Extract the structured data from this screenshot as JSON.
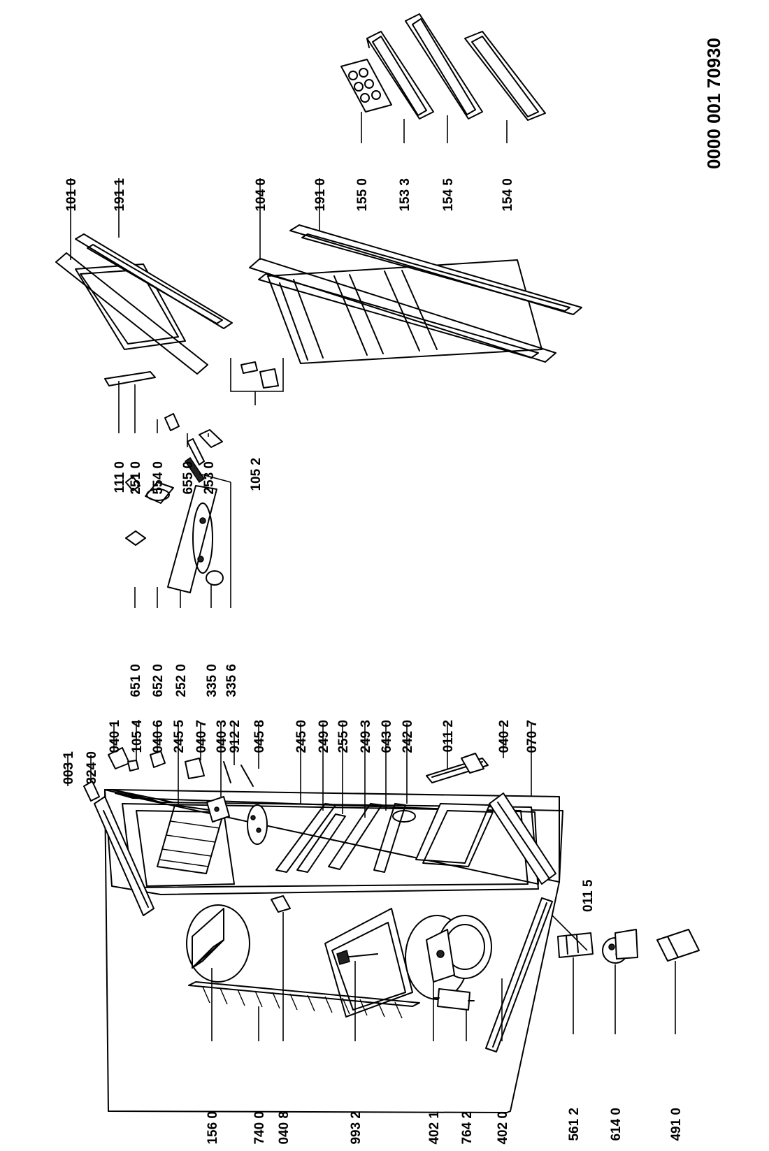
{
  "document_number": "0000 001 70930",
  "labels": [
    {
      "id": "p1010",
      "text": "101 0"
    },
    {
      "id": "p1911",
      "text": "191 1"
    },
    {
      "id": "p1040",
      "text": "104 0"
    },
    {
      "id": "p1910",
      "text": "191 0"
    },
    {
      "id": "p1550",
      "text": "155 0"
    },
    {
      "id": "p1533",
      "text": "153 3"
    },
    {
      "id": "p1545",
      "text": "154 5"
    },
    {
      "id": "p1540",
      "text": "154 0"
    },
    {
      "id": "p1110",
      "text": "111 0"
    },
    {
      "id": "p2510",
      "text": "251 0"
    },
    {
      "id": "p5540",
      "text": "554 0"
    },
    {
      "id": "p6550",
      "text": "655 0"
    },
    {
      "id": "p2530",
      "text": "253 0"
    },
    {
      "id": "p1052",
      "text": "105 2"
    },
    {
      "id": "p6510",
      "text": "651 0"
    },
    {
      "id": "p6520",
      "text": "652 0"
    },
    {
      "id": "p2520",
      "text": "252 0"
    },
    {
      "id": "p3350",
      "text": "335 0"
    },
    {
      "id": "p3356",
      "text": "335 6"
    },
    {
      "id": "p0031",
      "text": "003 1"
    },
    {
      "id": "p3240",
      "text": "324 0"
    },
    {
      "id": "p0401",
      "text": "040 1"
    },
    {
      "id": "p1054",
      "text": "105 4"
    },
    {
      "id": "p0406",
      "text": "040 6"
    },
    {
      "id": "p2455",
      "text": "245 5"
    },
    {
      "id": "p0407",
      "text": "040 7"
    },
    {
      "id": "p0403",
      "text": "040 3"
    },
    {
      "id": "p9122",
      "text": "912 2"
    },
    {
      "id": "p0458",
      "text": "045 8"
    },
    {
      "id": "p2450",
      "text": "245 0"
    },
    {
      "id": "p2490",
      "text": "249 0"
    },
    {
      "id": "p2550",
      "text": "255 0"
    },
    {
      "id": "p2493",
      "text": "249 3"
    },
    {
      "id": "p6430",
      "text": "643 0"
    },
    {
      "id": "p2420",
      "text": "242 0"
    },
    {
      "id": "p0112",
      "text": "011 2"
    },
    {
      "id": "p0402",
      "text": "040 2"
    },
    {
      "id": "p0707",
      "text": "070 7"
    },
    {
      "id": "p0115",
      "text": "011 5"
    },
    {
      "id": "p1560",
      "text": "156 0"
    },
    {
      "id": "p7400",
      "text": "740 0"
    },
    {
      "id": "p0408",
      "text": "040 8"
    },
    {
      "id": "p9932",
      "text": "993 2"
    },
    {
      "id": "p4021",
      "text": "402 1"
    },
    {
      "id": "p7642",
      "text": "764 2"
    },
    {
      "id": "p4020",
      "text": "402 0"
    },
    {
      "id": "p5612",
      "text": "561 2"
    },
    {
      "id": "p6140",
      "text": "614 0"
    },
    {
      "id": "p4910",
      "text": "491 0"
    }
  ]
}
